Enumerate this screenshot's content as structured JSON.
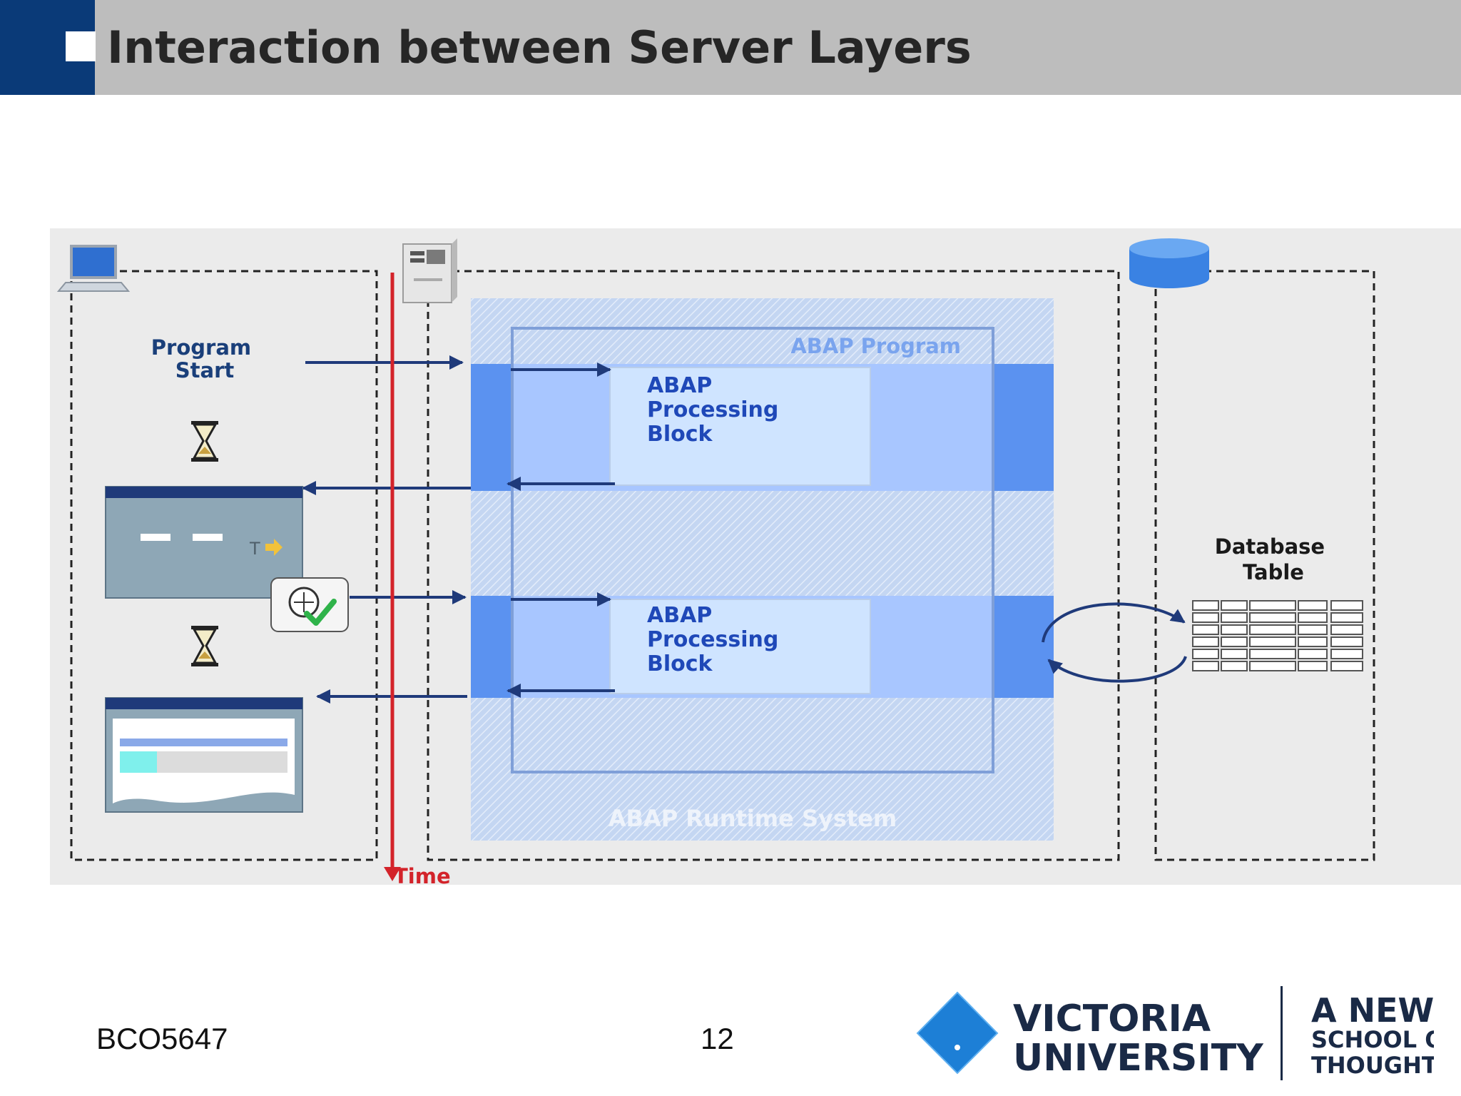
{
  "slide": {
    "title": "Interaction between Server Layers"
  },
  "diagram": {
    "program_start": [
      "Program",
      "Start"
    ],
    "abap_program_label": "ABAP Program",
    "runtime_label": "ABAP Runtime System",
    "block_1": [
      "ABAP",
      "Processing",
      "Block"
    ],
    "block_2": [
      "ABAP",
      "Processing",
      "Block"
    ],
    "database_table": [
      "Database",
      "Table"
    ],
    "time_label": "Time",
    "icons": [
      "computer-icon",
      "server-icon",
      "database-icon",
      "hourglass-icon",
      "hourglass-icon",
      "screen-form-icon",
      "execute-check-icon",
      "list-output-icon",
      "database-table-icon"
    ],
    "colors": {
      "arrow": "#1f3a7a",
      "time_line": "#d3232a",
      "block_fill": "#cfe4ff",
      "band": "#5b92f0",
      "band_light": "#a8c6ff",
      "text_blue": "#1f48b8"
    }
  },
  "footer": {
    "course_code": "BCO5647",
    "page_number": "12"
  },
  "logo": {
    "name_line_1": "VICTORIA",
    "name_line_2": "UNIVERSITY",
    "tagline": [
      "A NEW",
      "SCHOOL OF",
      "THOUGHT"
    ]
  }
}
